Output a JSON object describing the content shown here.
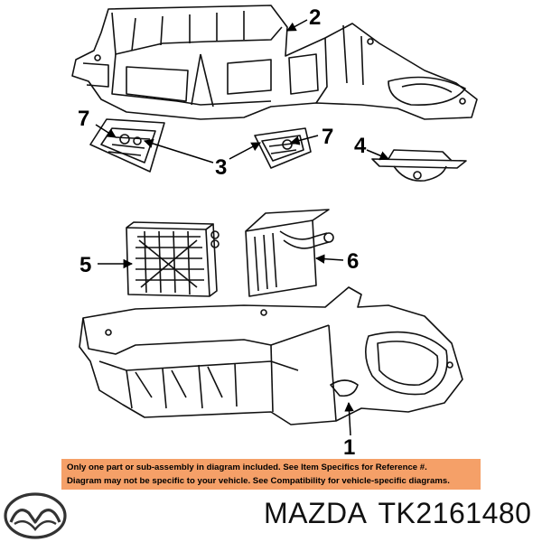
{
  "callouts": {
    "c1": "1",
    "c2": "2",
    "c3": "3",
    "c4": "4",
    "c5": "5",
    "c6": "6",
    "c7a": "7",
    "c7b": "7"
  },
  "notice": {
    "line1": "Only one part or sub-assembly in diagram included. See Item Specifics for Reference #.",
    "line2": "Diagram may not be specific to your vehicle. See Compatibility for vehicle-specific diagrams.",
    "background": "#f5a068"
  },
  "brand": {
    "name": "MAZDA",
    "part_number": "TK2161480",
    "logo_icon": "mazda-logo-icon"
  }
}
